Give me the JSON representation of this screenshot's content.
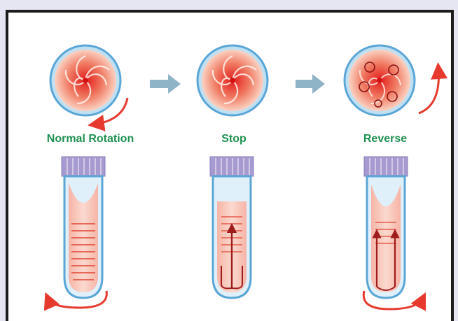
{
  "stages": [
    {
      "label": "Normal Rotation"
    },
    {
      "label": "Stop"
    },
    {
      "label": "Reverse"
    }
  ],
  "colors": {
    "accent_red": "#e63a2e",
    "dark_red": "#9e1c1c",
    "label_green": "#1e9150",
    "arrow_blue": "#8fb4c8",
    "cap_purple": "#a79ad0",
    "tube_outline": "#5aa6d6"
  }
}
